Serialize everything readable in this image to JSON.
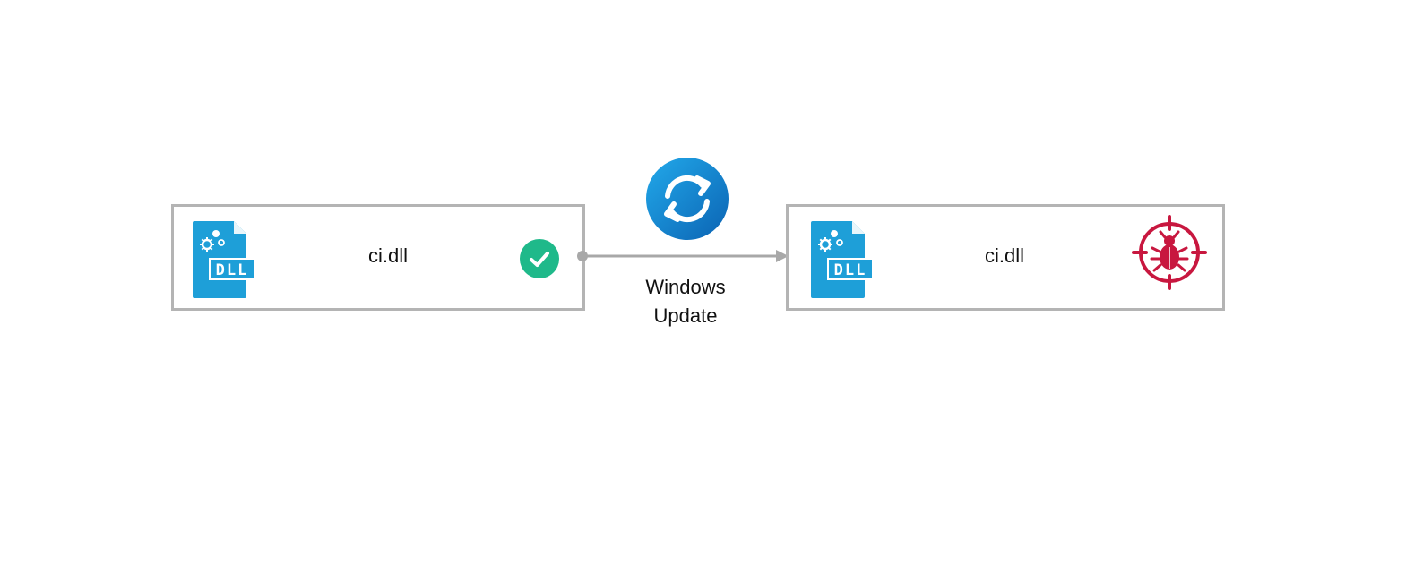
{
  "source_file": {
    "icon": "dll-file-icon",
    "icon_label": "DLL",
    "name": "ci.dll",
    "status": "verified",
    "status_icon": "check-circle-icon",
    "status_color": "#1fb98a"
  },
  "process": {
    "icon": "sync-icon",
    "label_line1": "Windows",
    "label_line2": "Update",
    "icon_color": "#1a8fd6"
  },
  "target_file": {
    "icon": "dll-file-icon",
    "icon_label": "DLL",
    "name": "ci.dll",
    "status": "malicious",
    "status_icon": "bug-target-icon",
    "status_color": "#c8173f"
  },
  "colors": {
    "border": "#b4b4b4",
    "dll_blue": "#1e9fd8",
    "connector": "#a8a8a8"
  }
}
